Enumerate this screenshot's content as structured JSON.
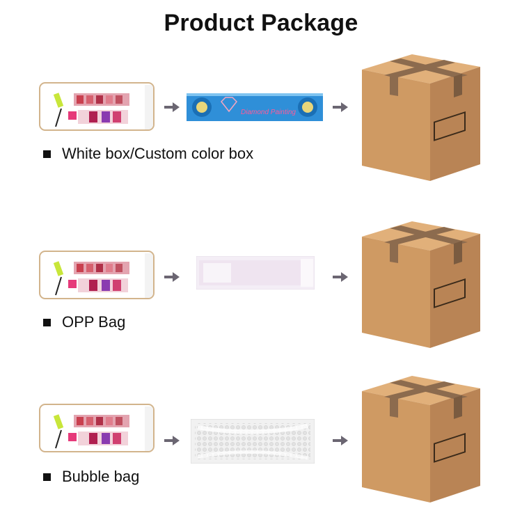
{
  "page": {
    "title": "Product Package"
  },
  "rows": [
    {
      "label": "White box/Custom color box",
      "package": "color-box",
      "box_text": "Diamond Painting"
    },
    {
      "label": "OPP Bag",
      "package": "opp-bag"
    },
    {
      "label": "Bubble bag",
      "package": "bubble-bag"
    }
  ],
  "colors": {
    "kit_border": "#d2b48c",
    "arrow": "#6b6672",
    "carton": "#c9955e",
    "tape": "#8c6b4e",
    "color_box": "#2f8fd8"
  }
}
